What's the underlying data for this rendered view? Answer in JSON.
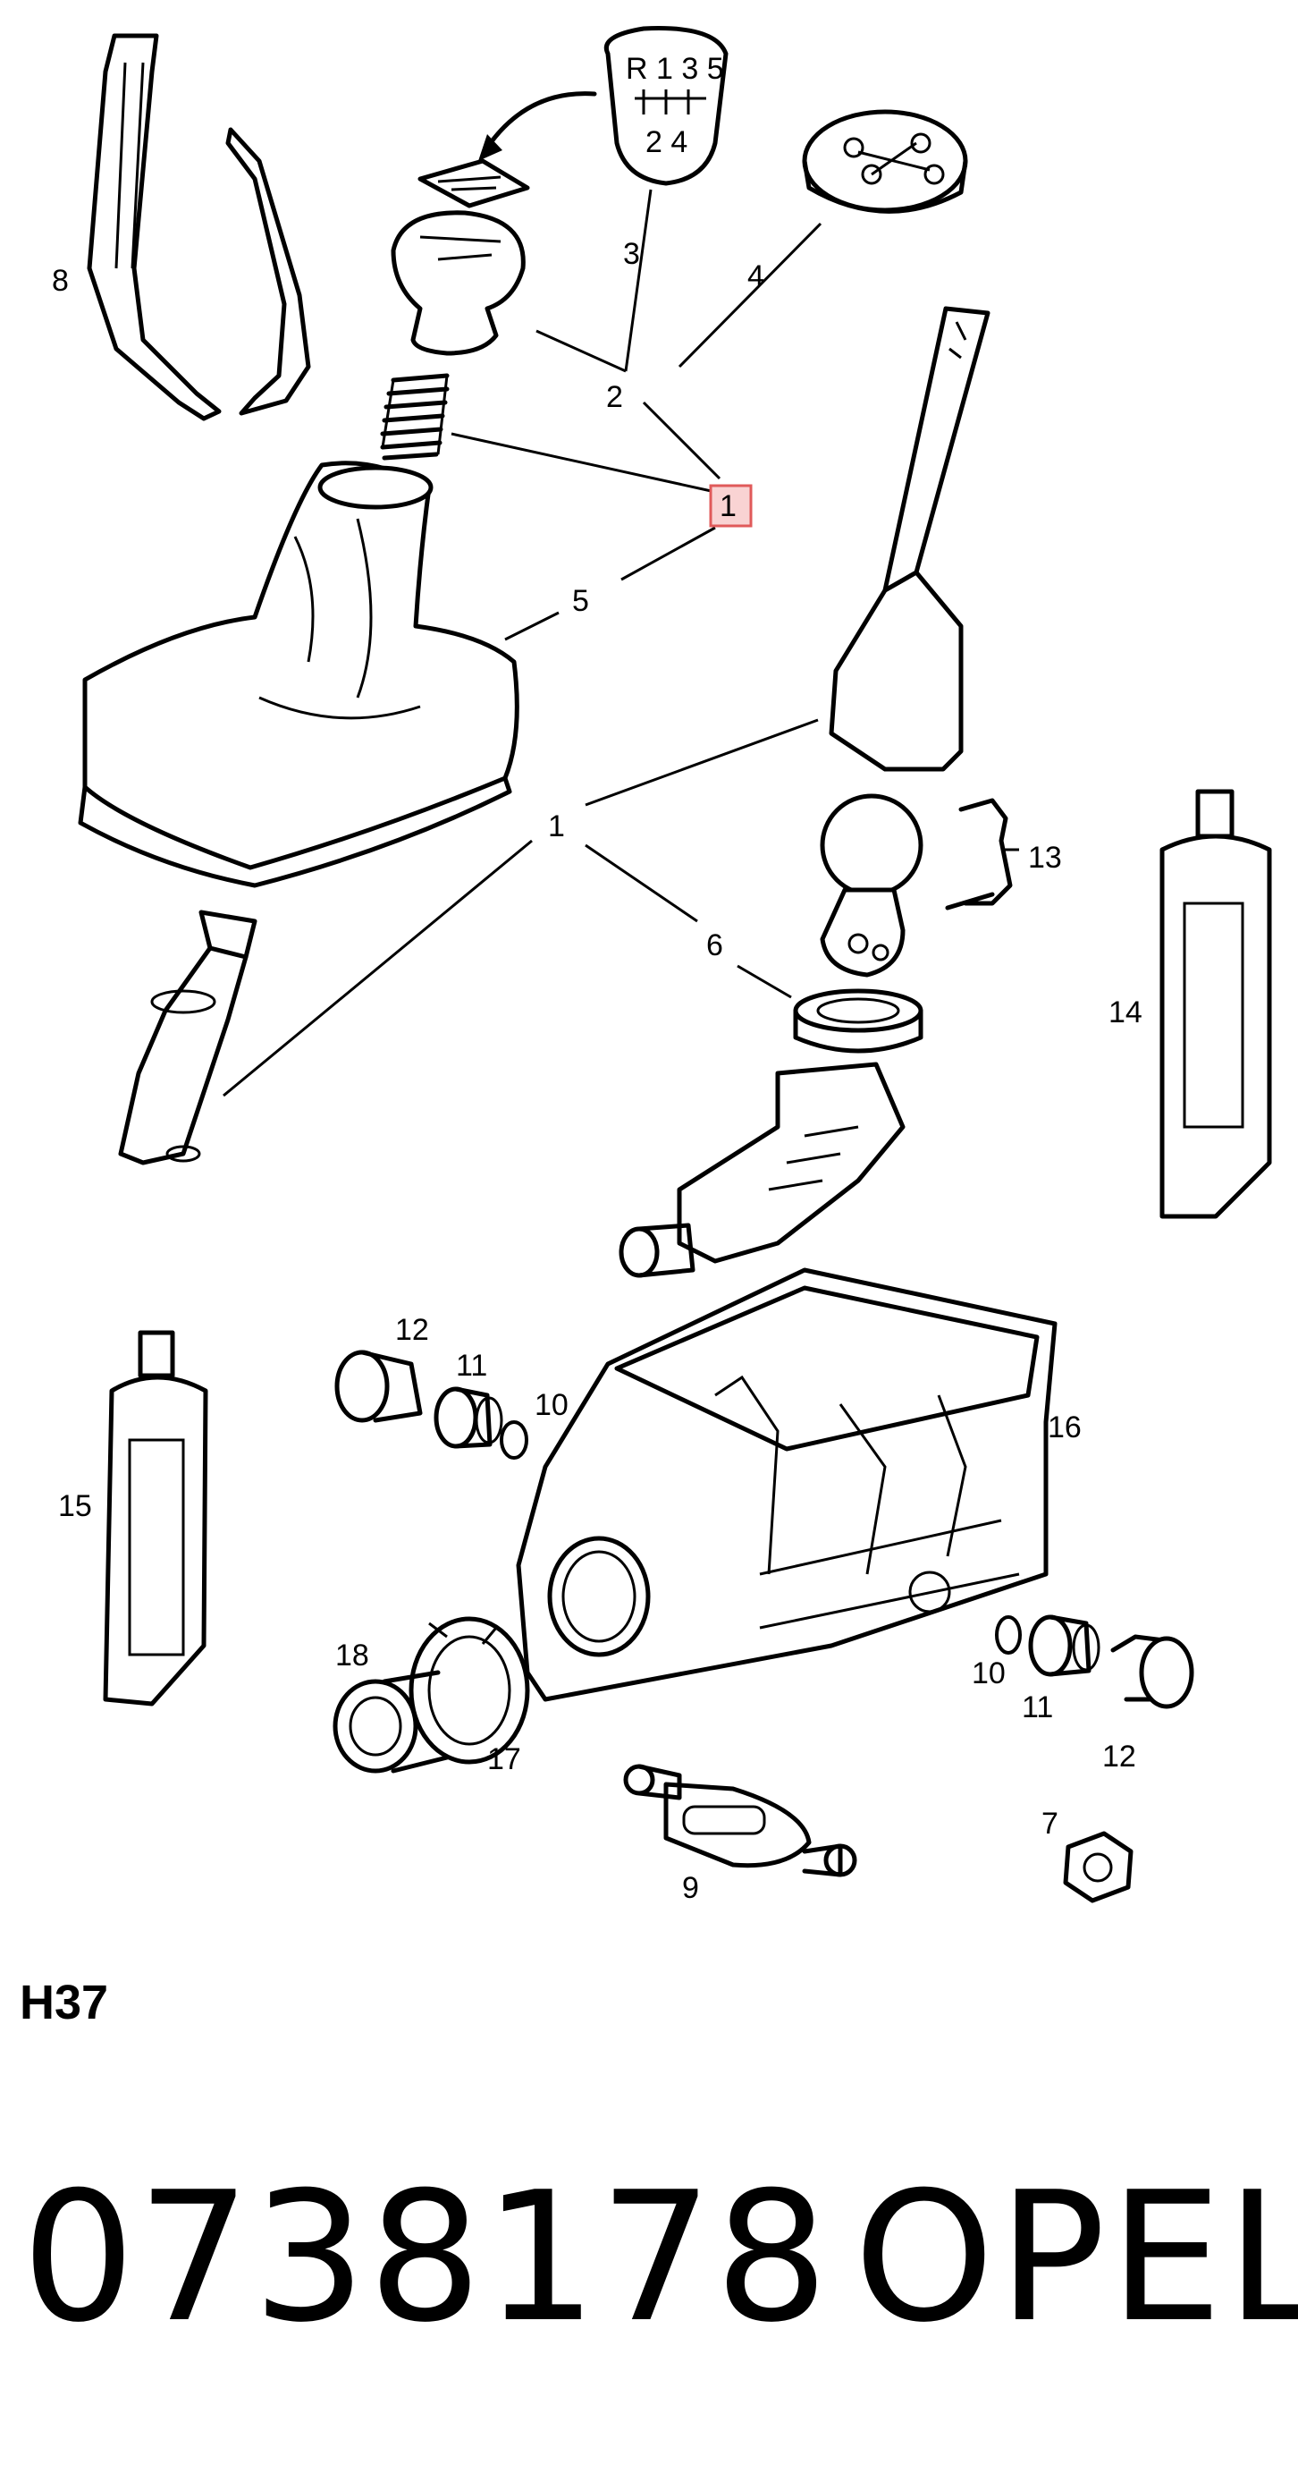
{
  "callouts": [
    {
      "id": "c1a",
      "text": "1",
      "highlight": true
    },
    {
      "id": "c1b",
      "text": "1"
    },
    {
      "id": "c2",
      "text": "2"
    },
    {
      "id": "c3",
      "text": "3"
    },
    {
      "id": "c4",
      "text": "4"
    },
    {
      "id": "c5",
      "text": "5"
    },
    {
      "id": "c6",
      "text": "6"
    },
    {
      "id": "c7",
      "text": "7"
    },
    {
      "id": "c8",
      "text": "8"
    },
    {
      "id": "c9",
      "text": "9"
    },
    {
      "id": "c10a",
      "text": "10"
    },
    {
      "id": "c10b",
      "text": "10"
    },
    {
      "id": "c11a",
      "text": "11"
    },
    {
      "id": "c11b",
      "text": "11"
    },
    {
      "id": "c12a",
      "text": "12"
    },
    {
      "id": "c12b",
      "text": "12"
    },
    {
      "id": "c13",
      "text": "13"
    },
    {
      "id": "c14",
      "text": "14"
    },
    {
      "id": "c15",
      "text": "15"
    },
    {
      "id": "c16",
      "text": "16"
    },
    {
      "id": "c17",
      "text": "17"
    },
    {
      "id": "c18",
      "text": "18"
    }
  ],
  "knob_pattern": {
    "top": "R 1 3 5",
    "bottom": "2 4"
  },
  "diagram_code": "H37",
  "part_number": "0738178",
  "brand": "OPEL",
  "colors": {
    "highlight_fill": "#f9d3d3",
    "highlight_stroke": "#e05a5a",
    "line": "#000000"
  }
}
